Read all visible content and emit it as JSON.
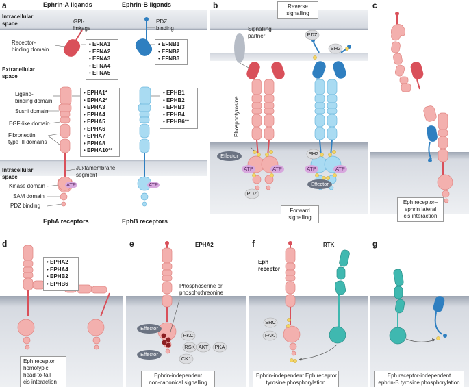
{
  "panels": {
    "a": "a",
    "b": "b",
    "c": "c",
    "d": "d",
    "e": "e",
    "f": "f",
    "g": "g"
  },
  "panel_a": {
    "col_headers": [
      "Ephrin-A ligands",
      "Ephrin-B ligands"
    ],
    "regions": {
      "intracellular_top": "Intracellular\nspace",
      "extracellular": "Extracellular\nspace",
      "intracellular_bottom": "Intracellular\nspace"
    },
    "labels": {
      "gpi": "GPI-\nlinkage",
      "pdz_binding_top": "PDZ\nbinding",
      "receptor_binding": "Receptor-\nbinding domain",
      "ligand_binding": "Ligand-\nbinding domain",
      "sushi": "Sushi domain",
      "egf": "EGF-like domain",
      "fibronectin": "Fibronectin\ntype III domains",
      "juxtamembrane": "Juxtamembrane\nsegment",
      "kinase": "Kinase domain",
      "sam": "SAM domain",
      "pdz_binding": "PDZ binding",
      "atp": "ATP"
    },
    "efna_list": [
      "EFNA1",
      "EFNA2",
      "EFNA3",
      "EFNA4",
      "EFNA5"
    ],
    "efnb_list": [
      "EFNB1",
      "EFNB2",
      "EFNB3"
    ],
    "epha_list": [
      "EPHA1*",
      "EPHA2*",
      "EPHA3",
      "EPHA4",
      "EPHA5",
      "EPHA6",
      "EPHA7",
      "EPHA8",
      "EPHA10**"
    ],
    "ephb_list": [
      "EPHB1",
      "EPHB2",
      "EPHB3",
      "EPHB4",
      "EPHB6**"
    ],
    "epha_receptors": "EphA receptors",
    "ephb_receptors": "EphB receptors"
  },
  "panel_b": {
    "reverse": "Reverse\nsignalling",
    "forward": "Forward\nsignalling",
    "partner": "Signalling\npartner",
    "phosphotyrosine": "Phosphotyrosine",
    "pdz": "PDZ",
    "sh2": "SH2",
    "effector": "Effector",
    "atp": "ATP"
  },
  "panel_c": {
    "caption": "Eph receptor–\nephrin lateral\ncis interaction"
  },
  "panel_d": {
    "list": [
      "EPHA2",
      "EPHA4",
      "EPHB2",
      "EPHB6"
    ],
    "caption": "Eph receptor\nhomotypic\nhead-to-tail\ncis interaction"
  },
  "panel_e": {
    "title": "EPHA2",
    "phospho": "Phosphoserine or\nphosphothreonine",
    "effector": "Effector",
    "kinases": [
      "PKC",
      "RSK",
      "AKT",
      "PKA",
      "CK1"
    ],
    "caption": "Ephrin-independent\nnon-canonical signalling"
  },
  "panel_f": {
    "eph": "Eph\nreceptor",
    "rtk": "RTK",
    "src": "SRC",
    "fak": "FAK",
    "caption": "Ephrin-independent Eph receptor\ntyrosine phosphorylation"
  },
  "panel_g": {
    "caption": "Eph receptor-independent\nephrin-B tyrosine phosphorylation"
  },
  "colors": {
    "eph": "#f3b0ae",
    "eph_stroke": "#e08582",
    "ephrinA": "#d9505a",
    "ephrinB": "#2f7fc0",
    "ephB": "#a9dbf2",
    "ephB_stroke": "#6db8de",
    "rtk": "#3fb8b0",
    "membrane": "#c8cdd6",
    "atp": "#d8a8de",
    "grey_chip": "#dcdde0",
    "effector": "#6b7382",
    "phospho": "#f5d563",
    "dark_red": "#8c1f22"
  }
}
